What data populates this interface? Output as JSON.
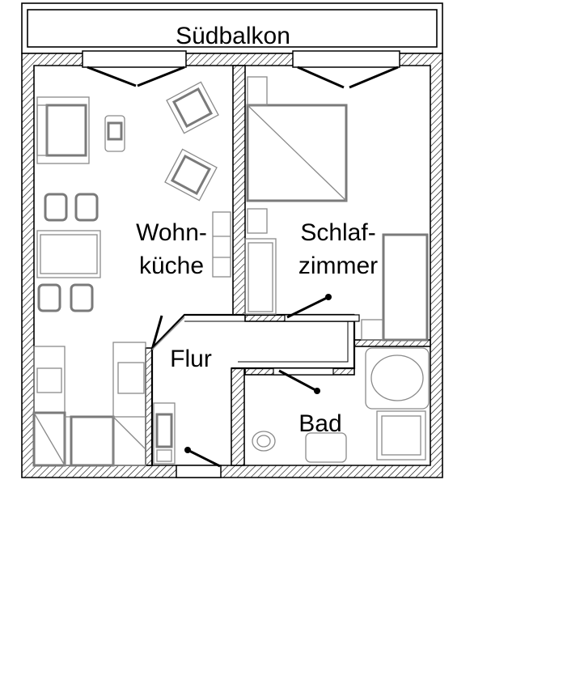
{
  "floorplan": {
    "rooms": {
      "balcony": "Südbalkon",
      "living_kitchen_line1": "Wohn-",
      "living_kitchen_line2": "küche",
      "bedroom_line1": "Schlaf-",
      "bedroom_line2": "zimmer",
      "hallway": "Flur",
      "bathroom": "Bad"
    }
  }
}
